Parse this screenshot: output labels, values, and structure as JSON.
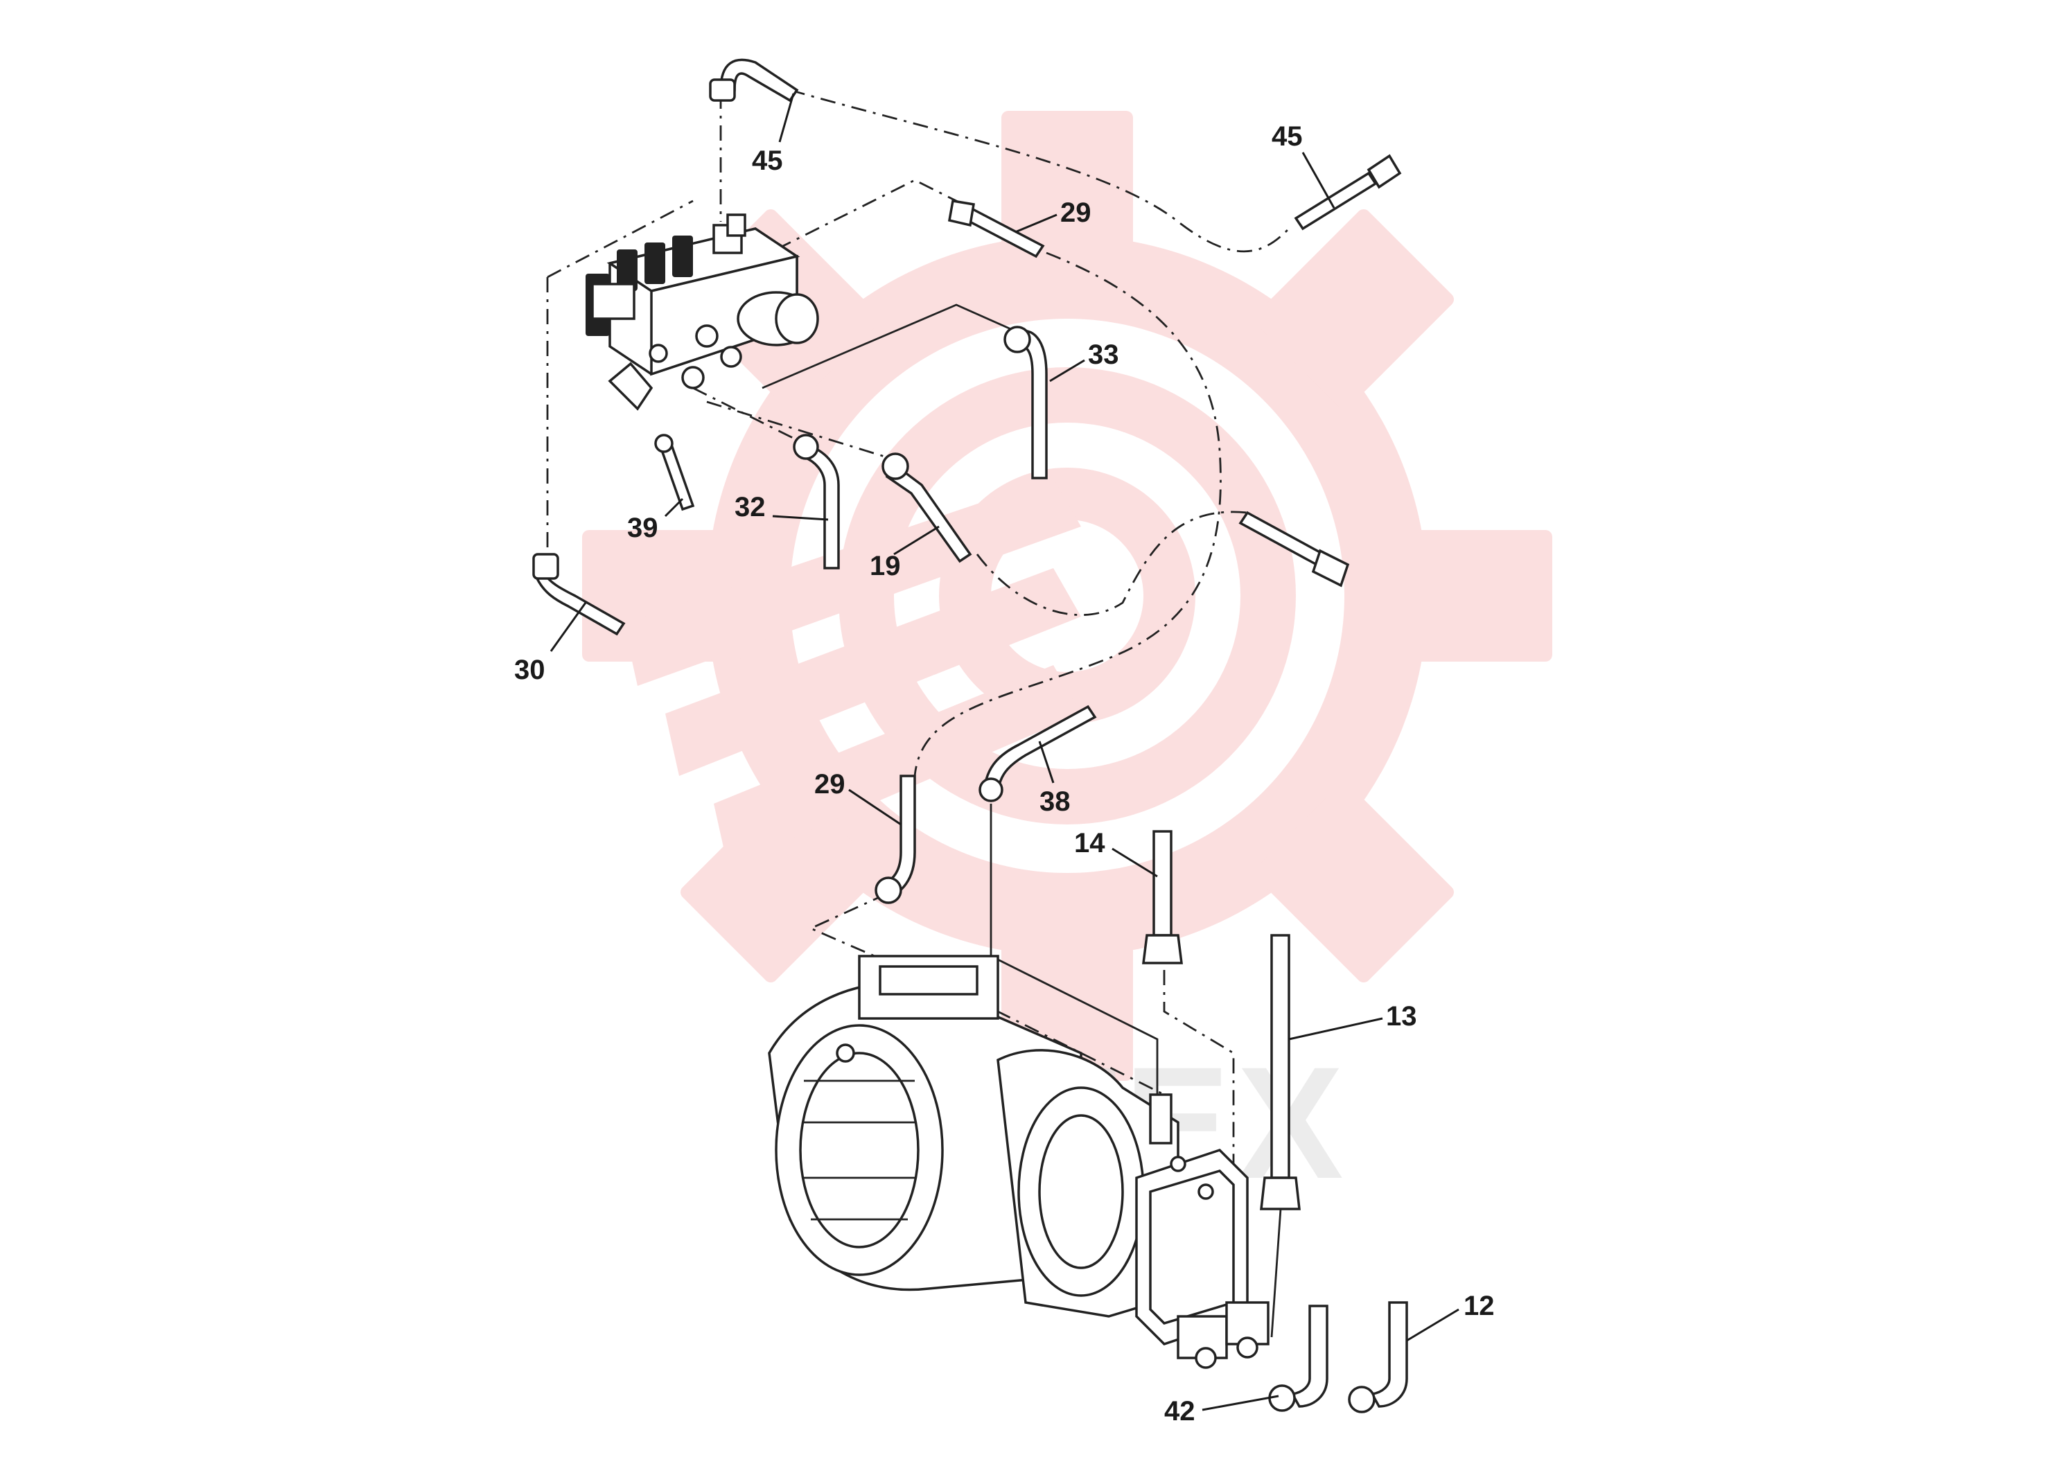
{
  "watermark": {
    "text": "ИНТЕХ",
    "gear_color": "#fbdcdc",
    "text_color": "#d9d9d9"
  },
  "callouts": [
    {
      "label": "45"
    },
    {
      "label": "45"
    },
    {
      "label": "29"
    },
    {
      "label": "33"
    },
    {
      "label": "39"
    },
    {
      "label": "32"
    },
    {
      "label": "19"
    },
    {
      "label": "30"
    },
    {
      "label": "29"
    },
    {
      "label": "38"
    },
    {
      "label": "14"
    },
    {
      "label": "13"
    },
    {
      "label": "12"
    },
    {
      "label": "42"
    }
  ]
}
